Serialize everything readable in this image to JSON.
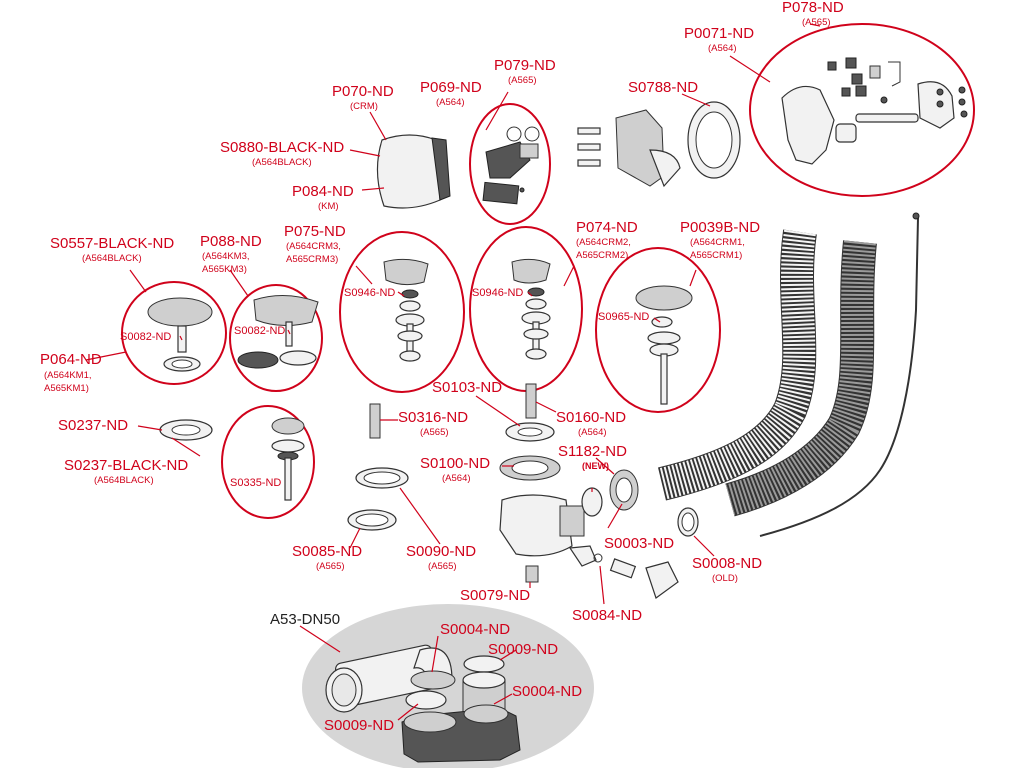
{
  "colors": {
    "label": "#d0021b",
    "outline": "#333333",
    "assembly_bg": "#d6d6d6"
  },
  "labels": {
    "p078": "P078-ND",
    "p078_sub": "(A565)",
    "p0071": "P0071-ND",
    "p0071_sub": "(A564)",
    "s0788": "S0788-ND",
    "p079": "P079-ND",
    "p079_sub": "(A565)",
    "p069": "P069-ND",
    "p069_sub": "(A564)",
    "p070": "P070-ND",
    "p070_sub": "(CRM)",
    "s0880": "S0880-BLACK-ND",
    "s0880_sub": "(A564BLACK)",
    "p084": "P084-ND",
    "p084_sub": "(KM)",
    "s0557": "S0557-BLACK-ND",
    "s0557_sub": "(A564BLACK)",
    "p088": "P088-ND",
    "p088_sub1": "(A564KM3,",
    "p088_sub2": "A565KM3)",
    "p075": "P075-ND",
    "p075_sub1": "(A564CRM3,",
    "p075_sub2": "A565CRM3)",
    "p074": "P074-ND",
    "p074_sub1": "(A564CRM2,",
    "p074_sub2": "A565CRM2)",
    "p0039b": "P0039B-ND",
    "p0039b_sub1": "(A564CRM1,",
    "p0039b_sub2": "A565CRM1)",
    "s0082a": "S0082-ND",
    "s0082b": "S0082-ND",
    "s0946a": "S0946-ND",
    "s0946b": "S0946-ND",
    "s0965": "S0965-ND",
    "p064": "P064-ND",
    "p064_sub1": "(A564KM1,",
    "p064_sub2": "A565KM1)",
    "s0103": "S0103-ND",
    "s0316": "S0316-ND",
    "s0316_sub": "(A565)",
    "s0160": "S0160-ND",
    "s0160_sub": "(A564)",
    "s0237": "S0237-ND",
    "s0237b": "S0237-BLACK-ND",
    "s0237b_sub": "(A564BLACK)",
    "s0335": "S0335-ND",
    "s1182": "S1182-ND",
    "s1182_new": "(NEW)",
    "s0100": "S0100-ND",
    "s0100_sub": "(A564)",
    "s0003": "S0003-ND",
    "s0008": "S0008-ND",
    "s0008_sub": "(OLD)",
    "s0085": "S0085-ND",
    "s0085_sub": "(A565)",
    "s0090": "S0090-ND",
    "s0090_sub": "(A565)",
    "s0079": "S0079-ND",
    "s0084": "S0084-ND",
    "a53": "A53-DN50",
    "s0004a": "S0004-ND",
    "s0009a": "S0009-ND",
    "s0004b": "S0004-ND",
    "s0009b": "S0009-ND"
  }
}
